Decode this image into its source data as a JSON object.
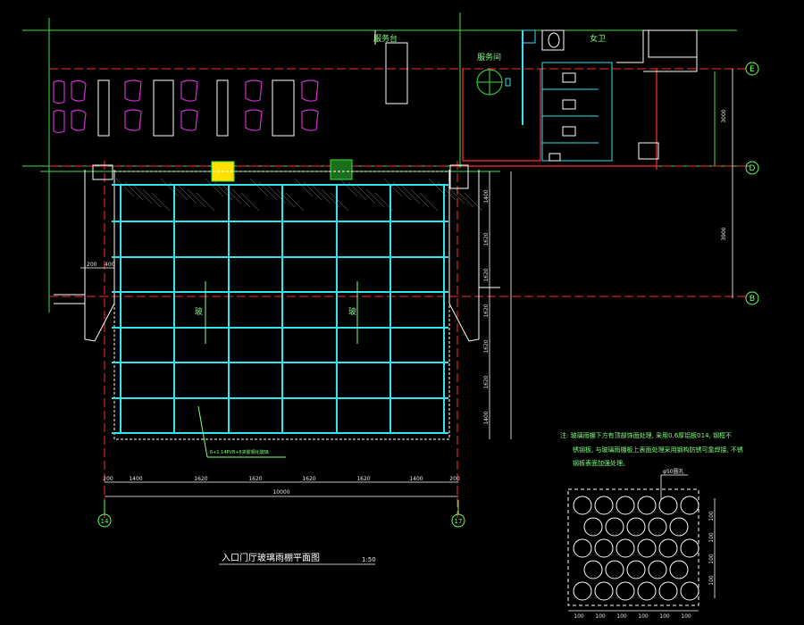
{
  "drawing": {
    "title": "入口门厅玻璃雨棚平面图",
    "scale": "1:50",
    "room_labels": {
      "reception_desk": "服务台",
      "service_room": "服务间",
      "toilet": "女卫"
    },
    "glass_mark": "玻",
    "axis_labels": [
      "E",
      "D",
      "B",
      "14",
      "17"
    ],
    "canopy_callout": "6+1.14PVB+6夹胶钢化玻璃",
    "note_lines": [
      "注: 玻璃雨棚下方有顶部饰面处理, 采用0.6厚铝板014, 钢框不",
      "锈钢板, 与玻璃雨棚板上表面处理采用钢构防锈可靠焊接, 不锈",
      "钢板表面加强处理。"
    ],
    "detail_callout": "φ50圆孔",
    "bottom_dims": [
      "200",
      "1400",
      "1620",
      "1620",
      "1620",
      "1620",
      "1400",
      "200"
    ],
    "overall_dim": "10000",
    "right_dims": [
      "1400",
      "1620",
      "1620",
      "1620",
      "1620",
      "1620",
      "1400"
    ],
    "side_dims": [
      "3000",
      "3900"
    ],
    "left_dims": [
      "200",
      "400"
    ],
    "detail_bottom_dims": [
      "100",
      "100",
      "100",
      "100",
      "100",
      "100"
    ],
    "detail_right_dims": [
      "100",
      "100",
      "100",
      "100"
    ],
    "colors": {
      "background": "#000000",
      "grid_line": "#3ee03e",
      "axis_line": "#ff3030",
      "glass_frame": "#2fe6f0",
      "structure": "#ffffff",
      "furniture": "#d030d0",
      "post_yellow": "#ffe000"
    }
  }
}
